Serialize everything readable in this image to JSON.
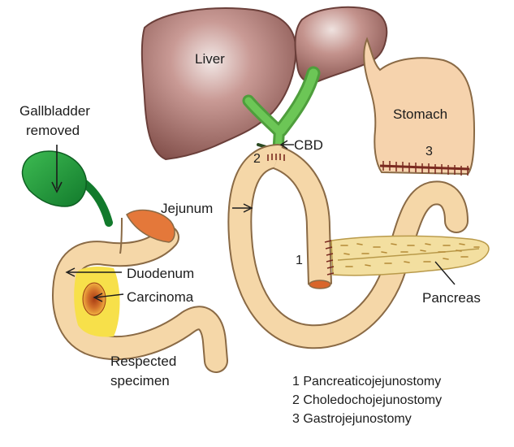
{
  "labels": {
    "liver": "Liver",
    "stomach": "Stomach",
    "gallbladder_line1": "Gallbladder",
    "gallbladder_line2": "removed",
    "cbd": "CBD",
    "jejunum": "Jejunum",
    "duodenum": "Duodenum",
    "carcinoma": "Carcinoma",
    "pancreas": "Pancreas",
    "specimen_line1": "Respected",
    "specimen_line2": "specimen"
  },
  "anastomosis_numbers": {
    "n1": "1",
    "n2": "2",
    "n3": "3"
  },
  "legend": [
    "1 Pancreaticojejunostomy",
    "2 Choledochojejunostomy",
    "3 Gastrojejunostomy"
  ],
  "colors": {
    "liver": "#8e5a55",
    "liver_highlight": "#efe3e0",
    "bile_duct": "#5db548",
    "gallbladder": "#1f9a3a",
    "bowel": "#f5d7a8",
    "bowel_outline": "#8a6a45",
    "stomach": "#f6d3ad",
    "pancreas": "#f3dfa0",
    "suture": "#7a2a20",
    "duodenum_yellow": "#f7e04a",
    "carcinoma_outer": "#e4962c",
    "carcinoma_inner": "#b64a1a",
    "cut_end": "#d9652a"
  }
}
